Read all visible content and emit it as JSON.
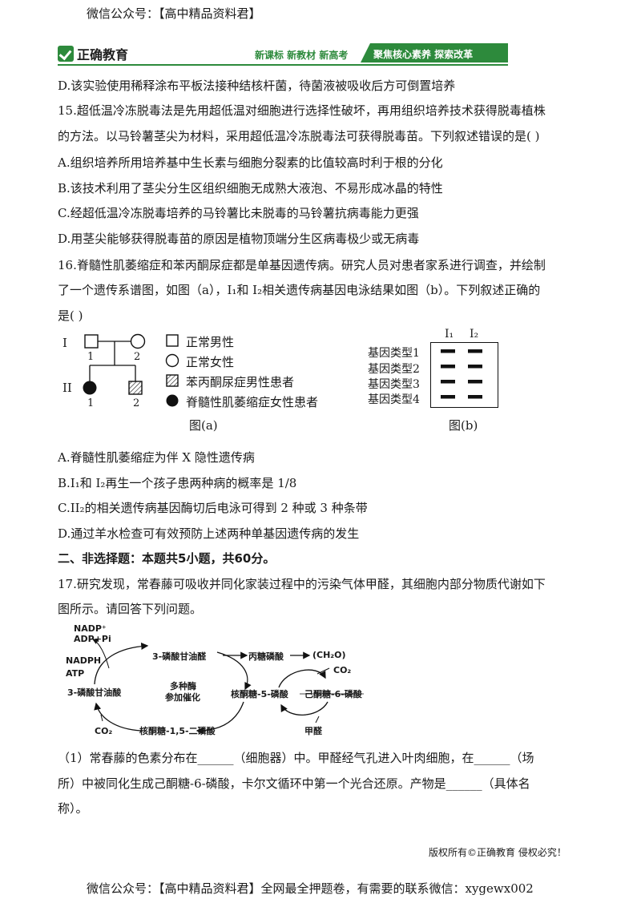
{
  "header": {
    "wechat": "微信公众号：【高中精品资料君】",
    "logo": "正确教育",
    "slogan_left": "新课标  新教材  新高考",
    "slogan_right": "聚焦核心素养  探索改革"
  },
  "lines": {
    "q14d": "D.该实验使用稀释涂布平板法接种结核杆菌，待菌液被吸收后方可倒置培养",
    "q15_1": "15.超低温冷冻脱毒法是先用超低温对细胞进行选择性破坏，再用组织培养技术获得脱毒植株",
    "q15_2": "的方法。以马铃薯茎尖为材料，采用超低温冷冻脱毒法可获得脱毒苗。下列叙述错误的是(    )",
    "q15a": "A.组织培养所用培养基中生长素与细胞分裂素的比值较高时利于根的分化",
    "q15b": "B.该技术利用了茎尖分生区组织细胞无成熟大液泡、不易形成冰晶的特性",
    "q15c": "C.经超低温冷冻脱毒培养的马铃薯比未脱毒的马铃薯抗病毒能力更强",
    "q15d": "D.用茎尖能够获得脱毒苗的原因是植物顶端分生区病毒极少或无病毒",
    "q16_1": "16.脊髓性肌萎缩症和苯丙酮尿症都是单基因遗传病。研究人员对患者家系进行调查，并绘制",
    "q16_2": "了一个遗传系谱图，如图（a），I₁和 I₂相关遗传病基因电泳结果如图（b）。下列叙述正确的",
    "q16_3": "是(    )",
    "q16a": "A.脊髓性肌萎缩症为伴 X 隐性遗传病",
    "q16b": "B.I₁和 I₂再生一个孩子患两种病的概率是 1/8",
    "q16c": "C.II₂的相关遗传病基因酶切后电泳可得到 2 种或 3 种条带",
    "q16d": "D.通过羊水检查可有效预防上述两种单基因遗传病的发生",
    "section2": "二、非选择题：本题共5小题，共60分。",
    "q17_1": "17.研究发现，常春藤可吸收并同化家装过程中的污染气体甲醛，其细胞内部分物质代谢如下",
    "q17_2": "图所示。请回答下列问题。",
    "q17s1_1": "（1）常春藤的色素分布在______（细胞器）中。甲醛经气孔进入叶肉细胞，在______（场",
    "q17s1_2": "所）中被同化生成己酮糖-6-磷酸，卡尔文循环中第一个光合还原。产物是______（具体名",
    "q17s1_3": "称）。"
  },
  "pedigree": {
    "gen1": "I",
    "gen2": "II",
    "i1": "1",
    "i2": "2",
    "ii1": "1",
    "ii2": "2",
    "legend": [
      "正常男性",
      "正常女性",
      "苯丙酮尿症男性患者",
      "脊髓性肌萎缩症女性患者"
    ],
    "caption": "图(a)"
  },
  "electrophoresis": {
    "col1": "I₁",
    "col2": "I₂",
    "rows": [
      "基因类型1",
      "基因类型2",
      "基因类型3",
      "基因类型4"
    ],
    "bands_i1": [
      1,
      1,
      1,
      1
    ],
    "bands_i2": [
      1,
      1,
      1,
      1
    ],
    "caption": "图(b)"
  },
  "pathway": {
    "nadp": "NADP⁺",
    "adp": "ADP+Pi",
    "nadph": "NADPH",
    "atp": "ATP",
    "pga": "3-磷酸甘油酸",
    "g3p": "3-磷酸甘油醛",
    "enzyme1": "多种酶",
    "enzyme2": "参加催化",
    "pyruvate": "丙糖磷酸",
    "ch2o": "(CH₂O)",
    "ru5p": "核酮糖-5-磷酸",
    "hu6p": "己酮糖-6-磷酸",
    "co2_top": "CO₂",
    "rubp": "核酮糖-1,5-二磷酸",
    "co2_bottom": "CO₂",
    "hcho": "甲醛"
  },
  "footer": {
    "copyright": "版权所有©正确教育  侵权必究！",
    "wechat": "微信公众号：【高中精品资料君】全网最全押题卷，有需要的联系微信：xygewx002"
  }
}
